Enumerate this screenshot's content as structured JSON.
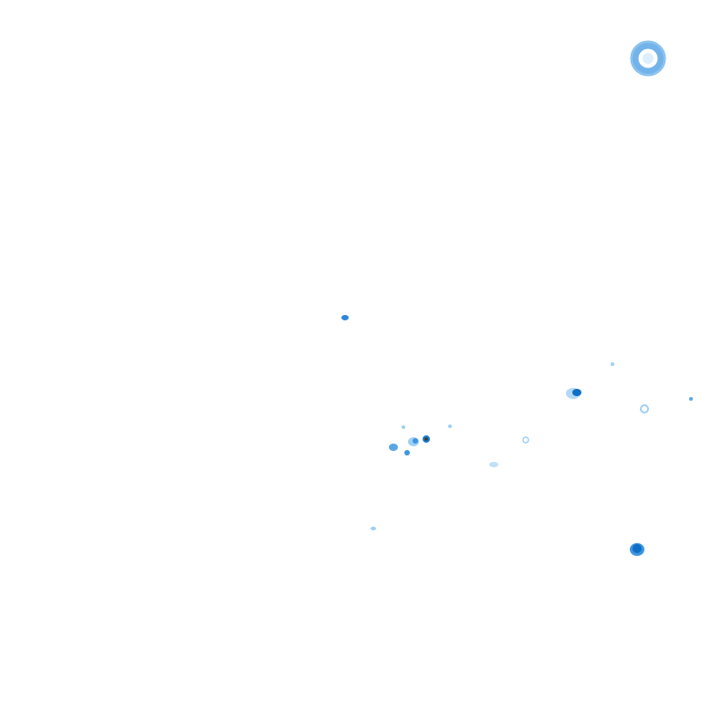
{
  "image": {
    "kind": "precipitation radar overlay",
    "background_color": "#ffffff",
    "palette": {
      "light": "#9fd0f5",
      "medium": "#3d95e0",
      "strong": "#0f6fc6",
      "core": "#3b3b2a"
    },
    "echoes": [
      {
        "name": "radar-ring-echo",
        "intensity": "medium"
      },
      {
        "name": "isolated-echo",
        "intensity": "strong"
      },
      {
        "name": "echo-cluster-east",
        "intensity": "strong"
      },
      {
        "name": "echo-faint",
        "intensity": "light"
      },
      {
        "name": "echo-cluster-central",
        "intensity": "strong"
      },
      {
        "name": "echo-core",
        "intensity": "core"
      },
      {
        "name": "echo-faint",
        "intensity": "light"
      },
      {
        "name": "echo-faint",
        "intensity": "light"
      },
      {
        "name": "echo-faint",
        "intensity": "light"
      },
      {
        "name": "echo-strong-southeast",
        "intensity": "strong"
      }
    ]
  }
}
